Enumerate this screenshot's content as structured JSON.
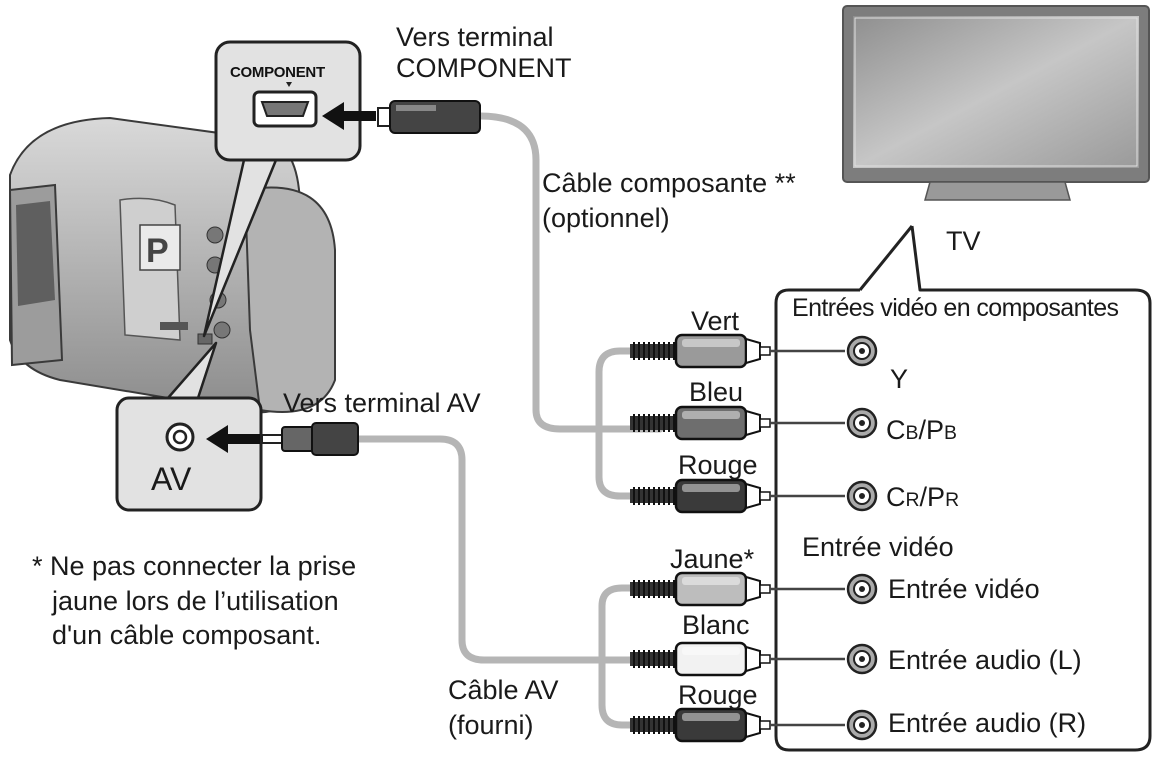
{
  "component_panel": {
    "port_label": "COMPONENT"
  },
  "av_panel": {
    "port_label": "AV"
  },
  "labels": {
    "component_terminal": [
      "Vers terminal",
      "COMPONENT"
    ],
    "component_cable": [
      "Câble composante **",
      "(optionnel)"
    ],
    "tv": "TV",
    "component_inputs": "Entrées vidéo en composantes",
    "av_terminal": "Vers terminal AV",
    "av_cable": [
      "Câble AV",
      "(fourni)"
    ],
    "video_input_group": "Entrée vidéo",
    "footnote": [
      "* Ne pas connecter la prise",
      "jaune lors de l’utilisation",
      "d'un câble composant."
    ]
  },
  "plugs": {
    "vert": "Vert",
    "bleu": "Bleu",
    "rouge_component": "Rouge",
    "jaune": "Jaune*",
    "blanc": "Blanc",
    "rouge_av": "Rouge"
  },
  "tv_inputs": {
    "y": "Y",
    "cb_main": "C",
    "cb_sub": "B",
    "cb_sep": "/P",
    "cb_sub2": "B",
    "cr_main": "C",
    "cr_sub": "R",
    "cr_sep": "/P",
    "cr_sub2": "R",
    "video": "Entrée vidéo",
    "audio_l": "Entrée audio (L)",
    "audio_r": "Entrée audio (R)"
  },
  "colors": {
    "cable": "#b5b5b5",
    "panel_fill": "#e2e2e2",
    "plug_green": "#9a9a9a",
    "plug_blue": "#6e6e6e",
    "plug_red": "#3a3a3a",
    "plug_yellow": "#bdbdbd",
    "plug_white": "#f2f2f2"
  }
}
